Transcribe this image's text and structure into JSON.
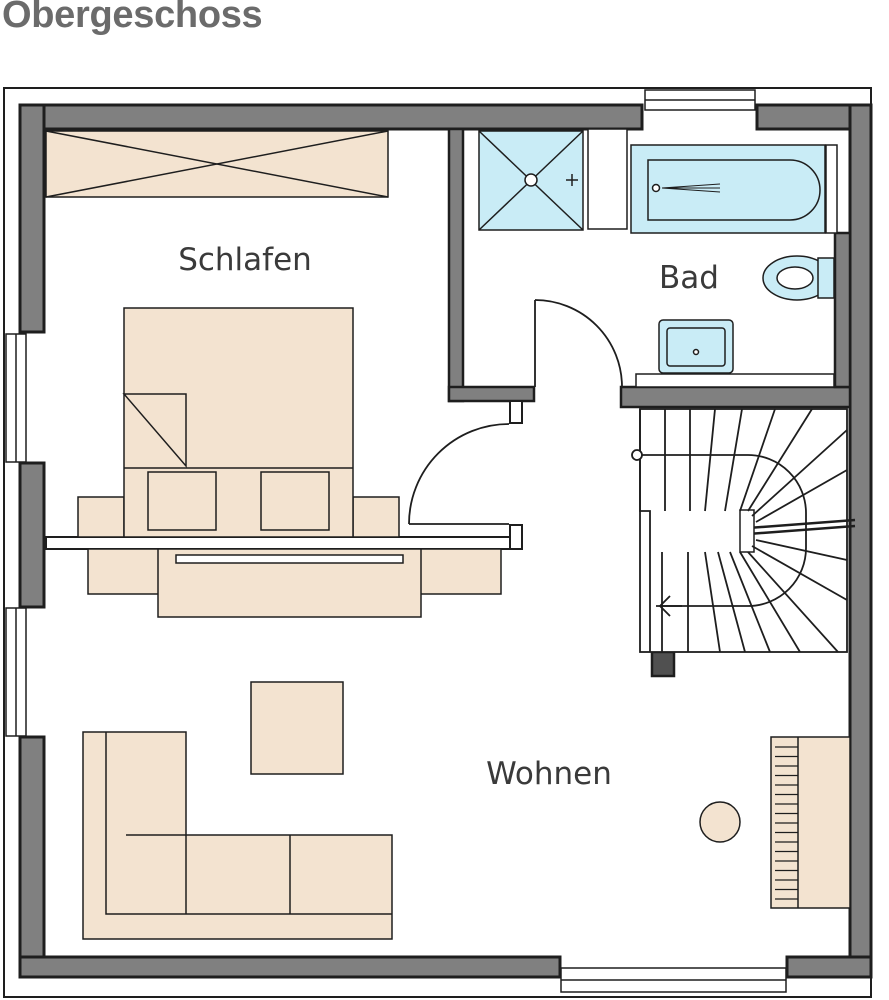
{
  "title": "Obergeschoss",
  "rooms": {
    "schlafen": "Schlafen",
    "bad": "Bad",
    "wohnen": "Wohnen"
  },
  "colors": {
    "wall": "#808080",
    "outline": "#1e1e1e",
    "furniture": "#f3e3d0",
    "sanitary": "#c9ecf6",
    "title": "#6b6b6b"
  }
}
